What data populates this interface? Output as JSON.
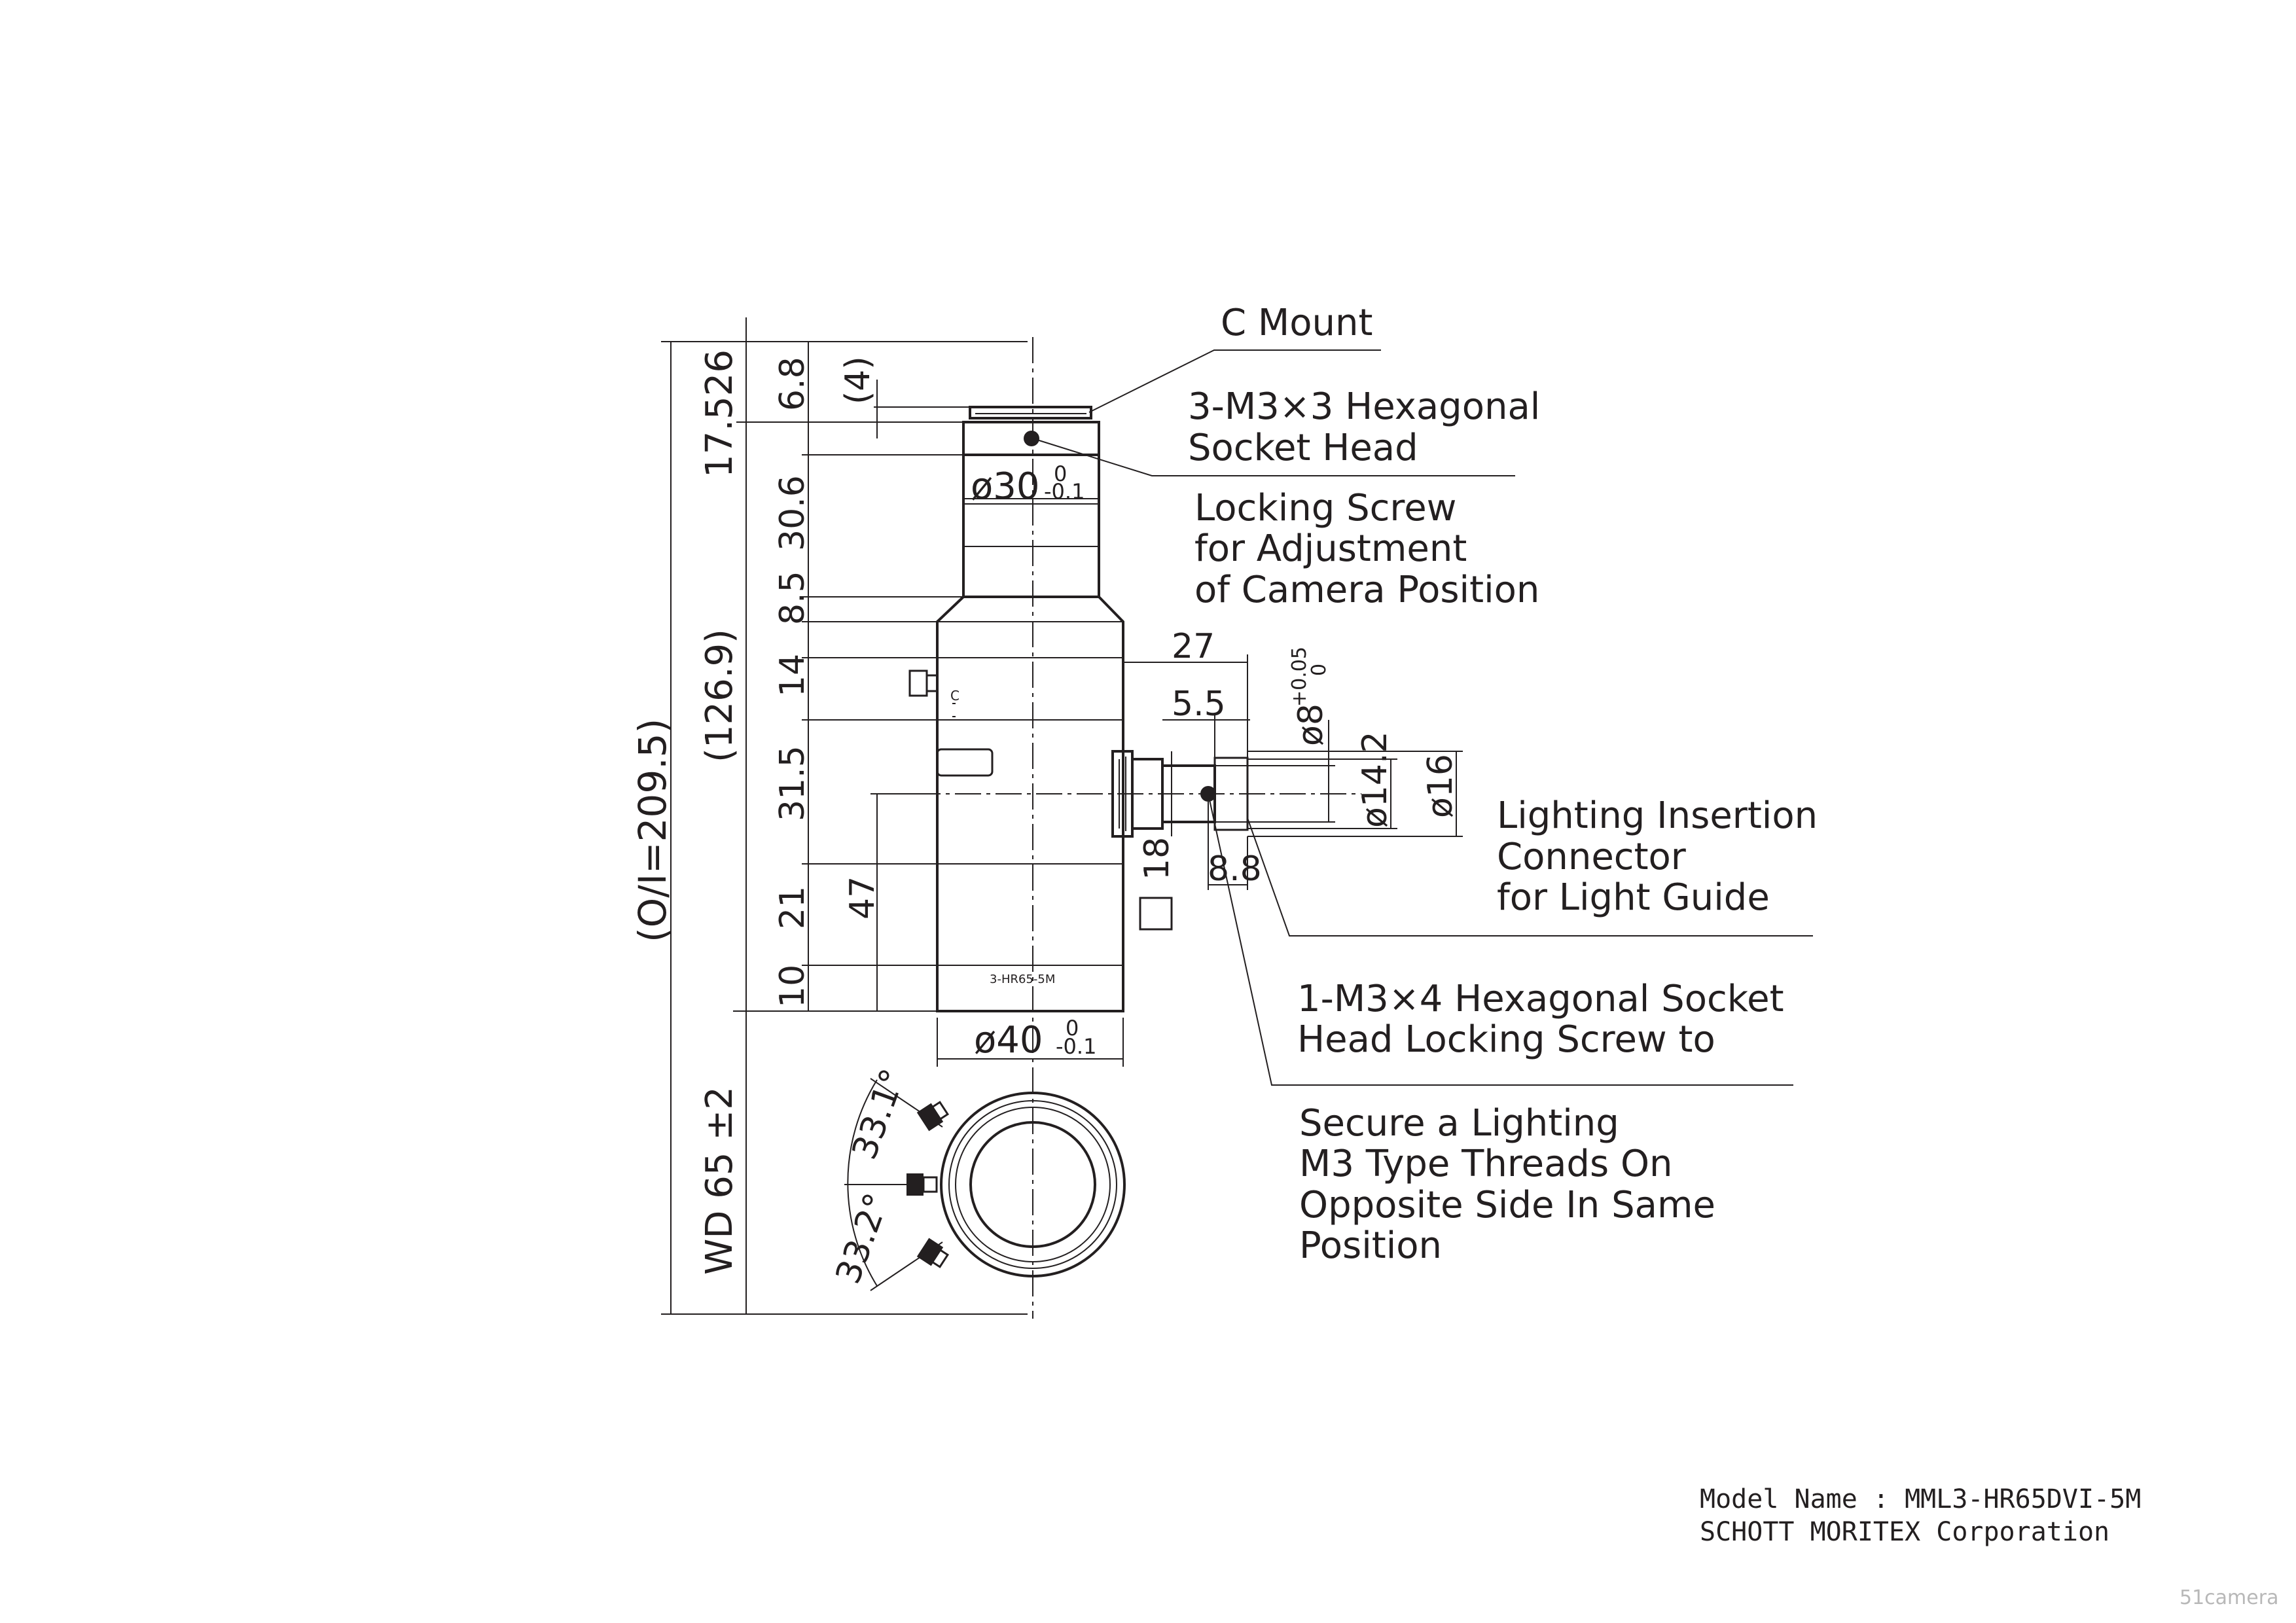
{
  "callouts": {
    "c_mount": "C Mount",
    "socket_head_1": "3-M3×3 Hexagonal",
    "socket_head_2": "Socket Head",
    "locking_1": "Locking Screw",
    "locking_2": "for Adjustment",
    "locking_3": "of Camera Position",
    "lighting_1": "Lighting Insertion",
    "lighting_2": "Connector",
    "lighting_3": "for Light Guide",
    "m3x4_1": "1-M3×4 Hexagonal Socket",
    "m3x4_2": "Head Locking Screw to",
    "secure_1": "Secure a Lighting",
    "secure_2": "M3 Type Threads On",
    "secure_3": "Opposite Side In Same",
    "secure_4": "Position"
  },
  "dimensions": {
    "oi": "(O/I=209.5)",
    "d_17526": "17.526",
    "d_1269": "(126.9)",
    "wd": "WD 65 ±2",
    "d_68": "6.8",
    "d_4": "(4)",
    "d_306": "30.6",
    "d_85": "8.5",
    "d_14": "14",
    "d_315": "31.5",
    "d_21": "21",
    "d_10": "10",
    "d_47": "47",
    "d_27": "27",
    "d_55": "5.5",
    "d_18": "18",
    "d_88": "8.8",
    "phi30": "ø30",
    "phi30_tol_top": "0",
    "phi30_tol_bot": "-0.1",
    "phi40": "ø40",
    "phi40_tol_top": "0",
    "phi40_tol_bot": "-0.1",
    "phi8": "ø8",
    "phi8_tol_top": "+0.05",
    "phi8_tol_bot": "0",
    "phi142": "ø14.2",
    "phi16": "ø16",
    "ang_331": "33.1°",
    "ang_332": "33.2°",
    "engraving": "3-HR65-5M",
    "mark_c": "C"
  },
  "footer": {
    "model_name": "Model Name : MML3-HR65DVI-5M",
    "company": "SCHOTT MORITEX Corporation"
  },
  "watermark": "51camera"
}
